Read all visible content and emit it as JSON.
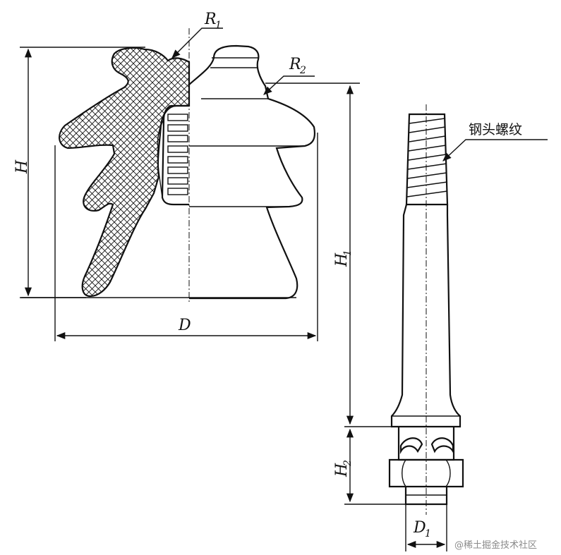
{
  "labels": {
    "r1": "R",
    "r1_sub": "1",
    "r2": "R",
    "r2_sub": "2",
    "h": "H",
    "d": "D",
    "h1": "H",
    "h1_sub": "1",
    "h2": "H",
    "h2_sub": "2",
    "d1": "D",
    "d1_sub": "1",
    "thread_note": "钢头螺纹"
  },
  "watermark": "@稀土掘金技术社区"
}
